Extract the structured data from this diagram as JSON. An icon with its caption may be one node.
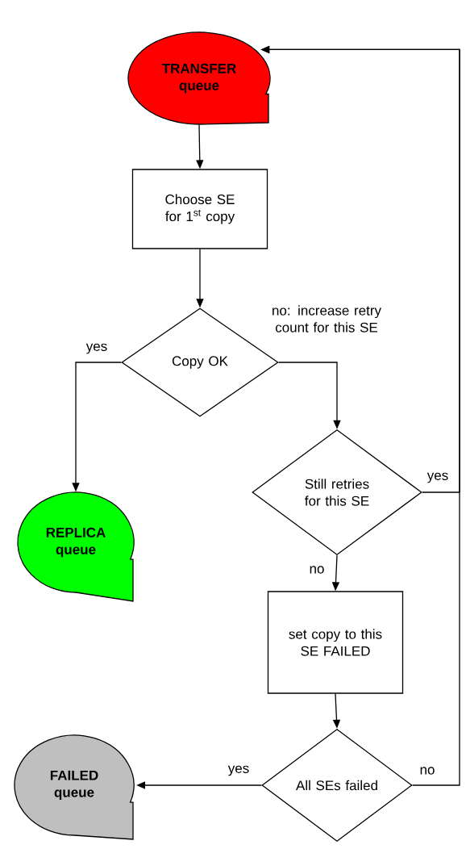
{
  "diagram": {
    "nodes": [
      {
        "text": [
          "TRANSFER queue"
        ]
      },
      {
        "text": [
          "Choose SE for 1$^{st}$ copy"
        ]
      },
      {
        "text": [
          "Copy OK"
        ]
      },
      {
        "text": [
          "REPLICA queue"
        ]
      },
      {
        "text": [
          "Still retries for this SE"
        ]
      },
      {
        "text": [
          "set copy to this SE FAILED"
        ]
      },
      {
        "text": [
          "All SEs failed"
        ]
      },
      {
        "text": [
          "FAILED queue"
        ]
      }
    ],
    "edges": [
      {
        "from": 0,
        "to": 1,
        "arrow": "to"
      },
      {
        "from": 1,
        "to": 2,
        "arrow": "to"
      },
      {
        "from": 2,
        "to": 3,
        "arrow": "to",
        "label": "yes"
      },
      {
        "from": 2,
        "to": 4,
        "arrow": "to",
        "label": "no: increase retry count for this SE"
      },
      {
        "from": 4,
        "to": 0,
        "arrow": "to",
        "label": "yes"
      },
      {
        "from": 4,
        "to": 5,
        "arrow": "to",
        "label": "no"
      },
      {
        "from": 5,
        "to": 6,
        "arrow": "to"
      },
      {
        "from": 6,
        "to": 7,
        "arrow": "to",
        "label": "yes"
      },
      {
        "from": 6,
        "to": 0,
        "arrow": "to",
        "label": "no"
      }
    ]
  }
}
